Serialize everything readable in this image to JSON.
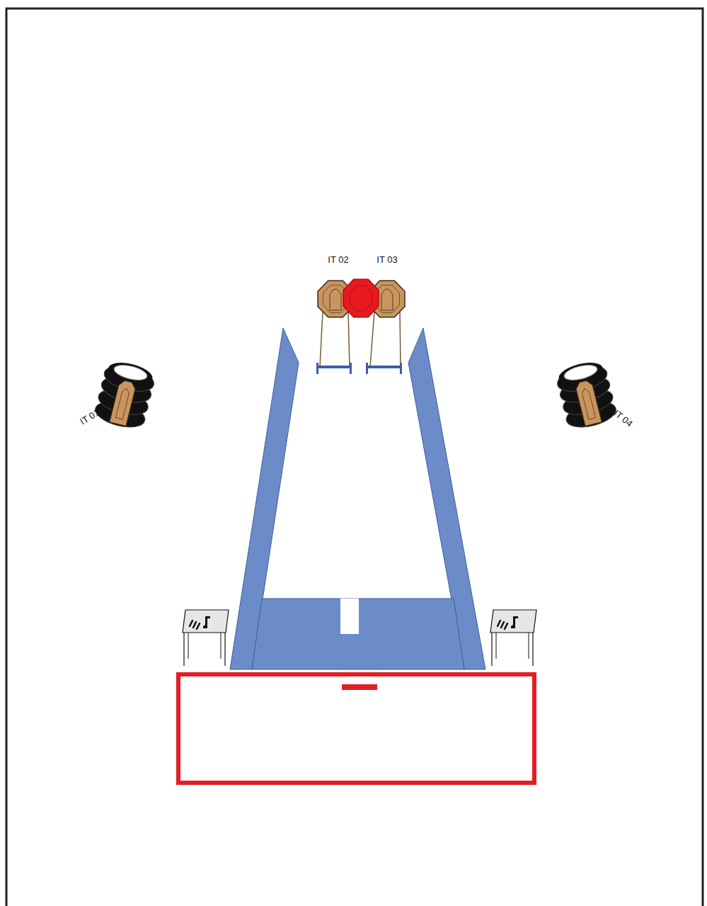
{
  "diagram": {
    "labels": [
      "IT 02",
      "IT 03",
      "IT 01",
      "IT 04"
    ]
  }
}
